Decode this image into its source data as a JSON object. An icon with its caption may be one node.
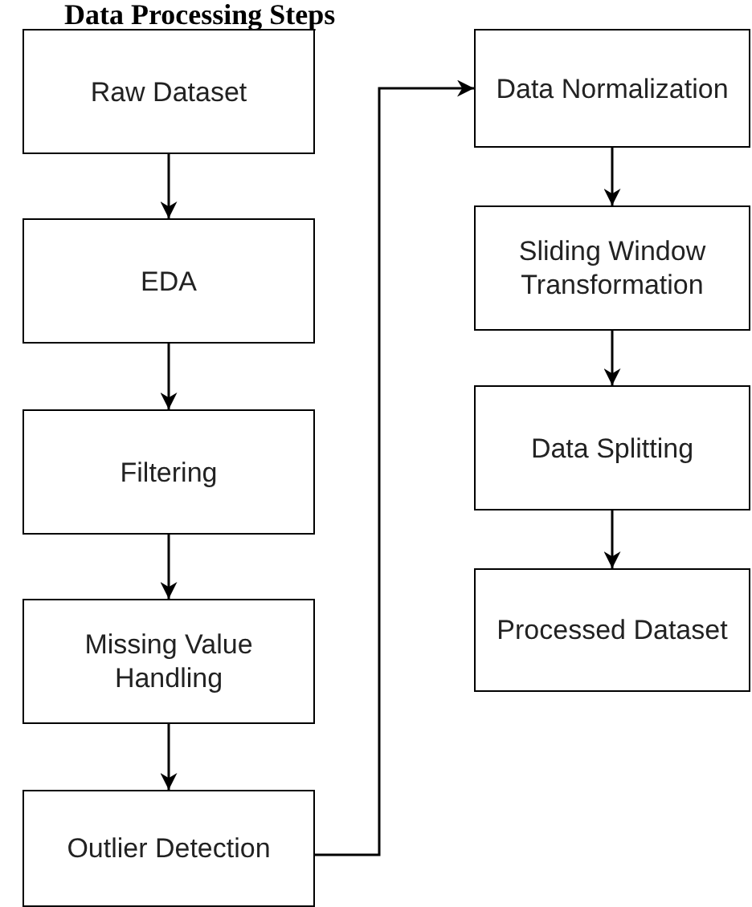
{
  "diagram": {
    "title": "Data Processing Steps",
    "nodes": [
      {
        "text": [
          "Raw Dataset"
        ]
      },
      {
        "text": [
          "EDA"
        ]
      },
      {
        "text": [
          "Filtering"
        ]
      },
      {
        "text": [
          "Missing Value Handling"
        ]
      },
      {
        "text": [
          "Outlier Detection"
        ]
      },
      {
        "text": [
          "Data Normalization"
        ]
      },
      {
        "text": [
          "Sliding Window Transformation"
        ]
      },
      {
        "text": [
          "Data Splitting"
        ]
      },
      {
        "text": [
          "Processed Dataset"
        ]
      }
    ],
    "edges": [
      {
        "from": 0,
        "to": 1,
        "arrow": "to"
      },
      {
        "from": 1,
        "to": 2,
        "arrow": "to"
      },
      {
        "from": 2,
        "to": 3,
        "arrow": "to"
      },
      {
        "from": 3,
        "to": 4,
        "arrow": "to"
      },
      {
        "from": 4,
        "to": 5,
        "arrow": "to"
      },
      {
        "from": 5,
        "to": 6,
        "arrow": "to"
      },
      {
        "from": 6,
        "to": 7,
        "arrow": "to"
      },
      {
        "from": 7,
        "to": 8,
        "arrow": "to"
      }
    ]
  }
}
